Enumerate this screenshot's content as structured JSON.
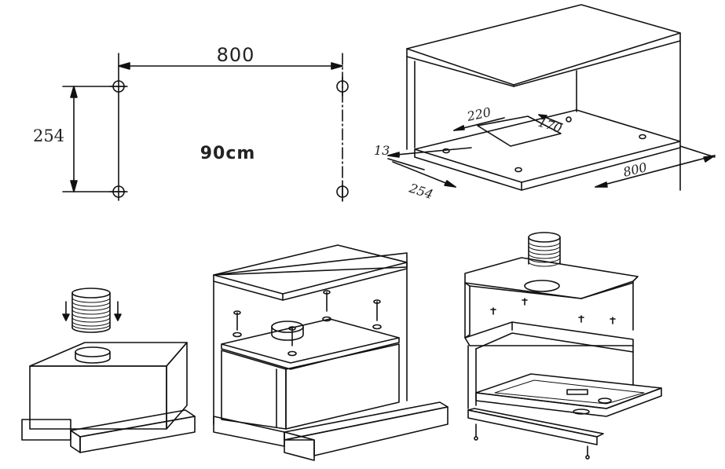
{
  "template": {
    "width_label": "800",
    "height_label": "254",
    "size_label": "90cm"
  },
  "cabinet": {
    "dim_220": "220",
    "dim_170": "170",
    "dim_13": "13",
    "dim_254": "254",
    "dim_800": "800"
  }
}
